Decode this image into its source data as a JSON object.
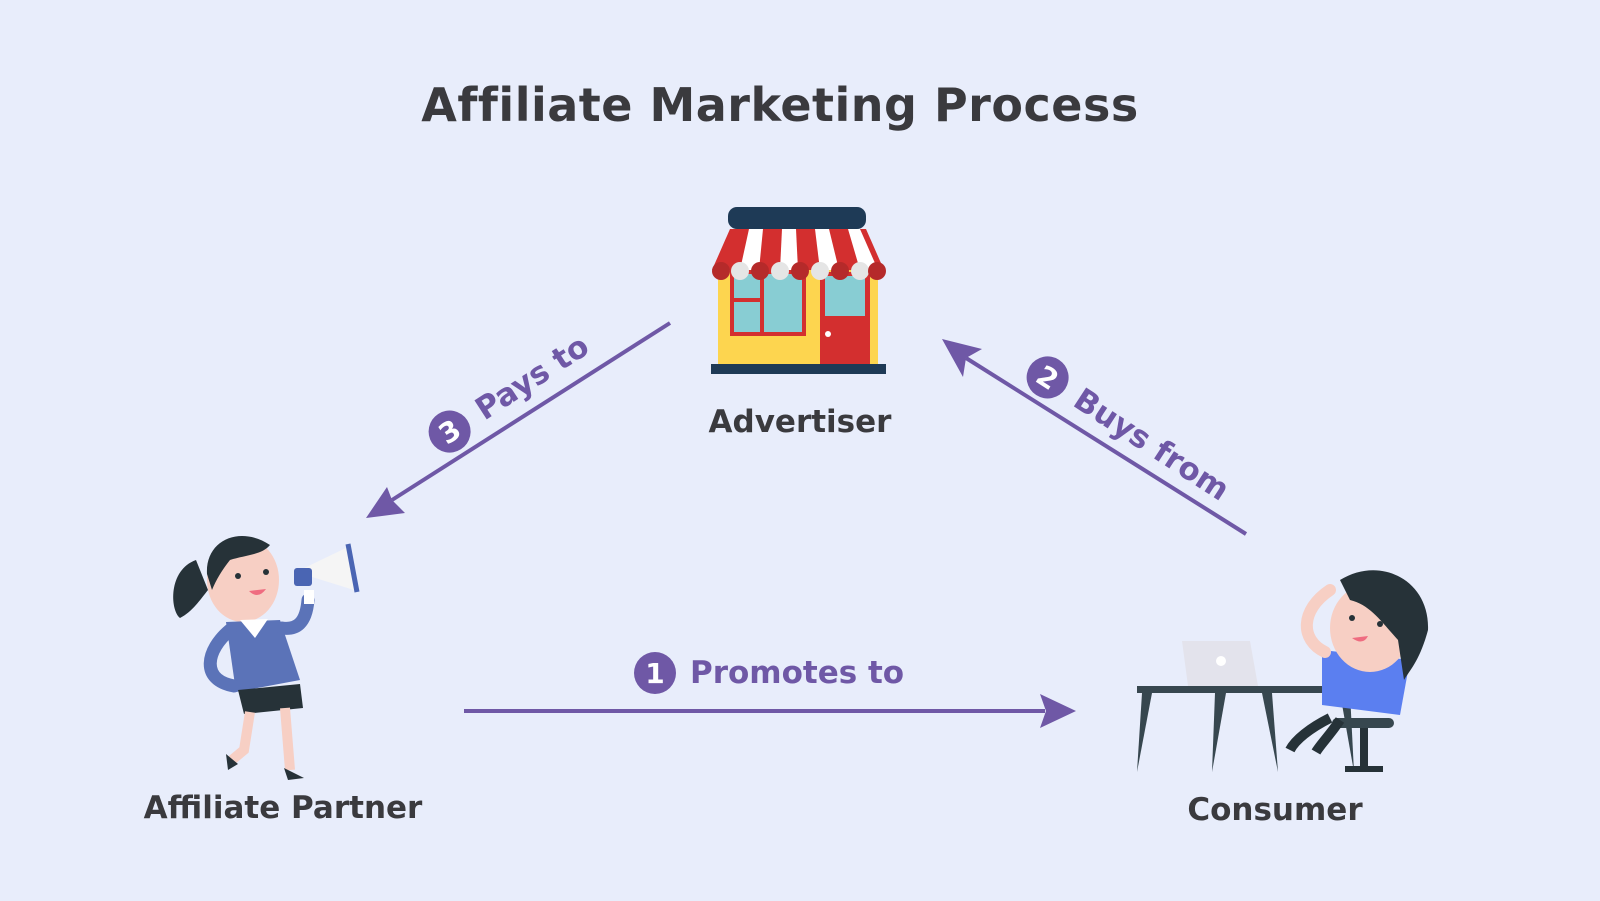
{
  "title": "Affiliate Marketing Process",
  "colors": {
    "background": "#e8edfb",
    "arrow": "#6f58a6",
    "text": "#3a3a3e",
    "awning_red": "#d32f2f",
    "awning_white": "#ffffff",
    "store_wall": "#fdd54f",
    "store_window": "#88cdd3",
    "navy": "#1e3a56"
  },
  "nodes": {
    "advertiser": {
      "label": "Advertiser",
      "icon": "storefront-icon"
    },
    "affiliate": {
      "label": "Affiliate Partner",
      "icon": "woman-megaphone-icon"
    },
    "consumer": {
      "label": "Consumer",
      "icon": "man-at-desk-laptop-icon"
    }
  },
  "edges": [
    {
      "step": "1",
      "label": "Promotes to",
      "from": "Affiliate Partner",
      "to": "Consumer"
    },
    {
      "step": "2",
      "label": "Buys from",
      "from": "Consumer",
      "to": "Advertiser"
    },
    {
      "step": "3",
      "label": "Pays to",
      "from": "Advertiser",
      "to": "Affiliate Partner"
    }
  ]
}
